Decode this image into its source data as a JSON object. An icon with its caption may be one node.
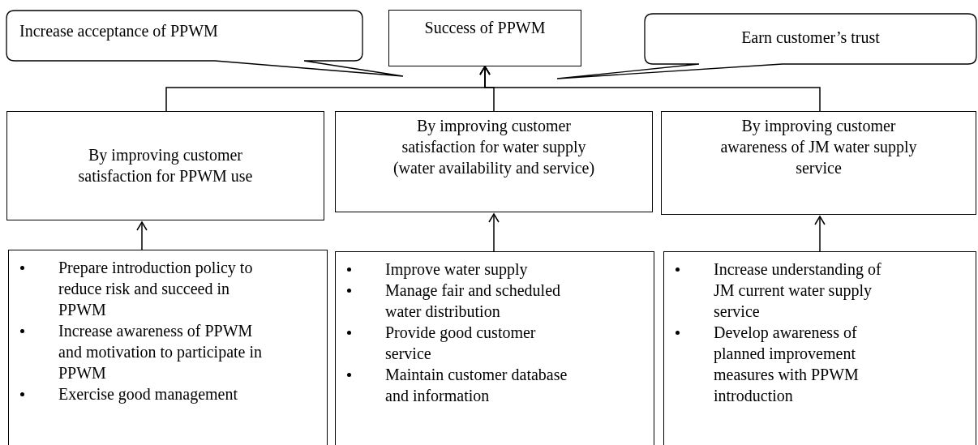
{
  "diagram": {
    "nodes": [
      {
        "text": [
          "Success of PPWM"
        ]
      },
      {
        "text": [
          "Increase acceptance of PPWM"
        ]
      },
      {
        "text": [
          "Earn customer’s trust"
        ]
      },
      {
        "text": [
          "By improving customer satisfaction for PPWM use"
        ]
      },
      {
        "text": [
          "By improving customer satisfaction for water supply (water availability and service)"
        ]
      },
      {
        "text": [
          "By improving customer awareness of JM water supply service"
        ]
      },
      {
        "text": [
          "Prepare introduction policy to reduce risk and succeed in PPWM",
          "Increase awareness of PPWM and motivation to participate in PPWM",
          "Exercise good management"
        ]
      },
      {
        "text": [
          "Improve water supply",
          "Manage fair and scheduled water distribution",
          "Provide good customer service",
          "Maintain customer database and information"
        ]
      },
      {
        "text": [
          "Increase understanding of JM current water supply service",
          "Develop awareness of planned improvement measures with PPWM introduction"
        ]
      }
    ],
    "edges": [
      {
        "from": 3,
        "to": 0,
        "arrow": "to"
      },
      {
        "from": 4,
        "to": 0,
        "arrow": "to"
      },
      {
        "from": 5,
        "to": 0,
        "arrow": "to"
      },
      {
        "from": 6,
        "to": 3,
        "arrow": "to"
      },
      {
        "from": 7,
        "to": 4,
        "arrow": "to"
      },
      {
        "from": 8,
        "to": 5,
        "arrow": "to"
      }
    ]
  }
}
